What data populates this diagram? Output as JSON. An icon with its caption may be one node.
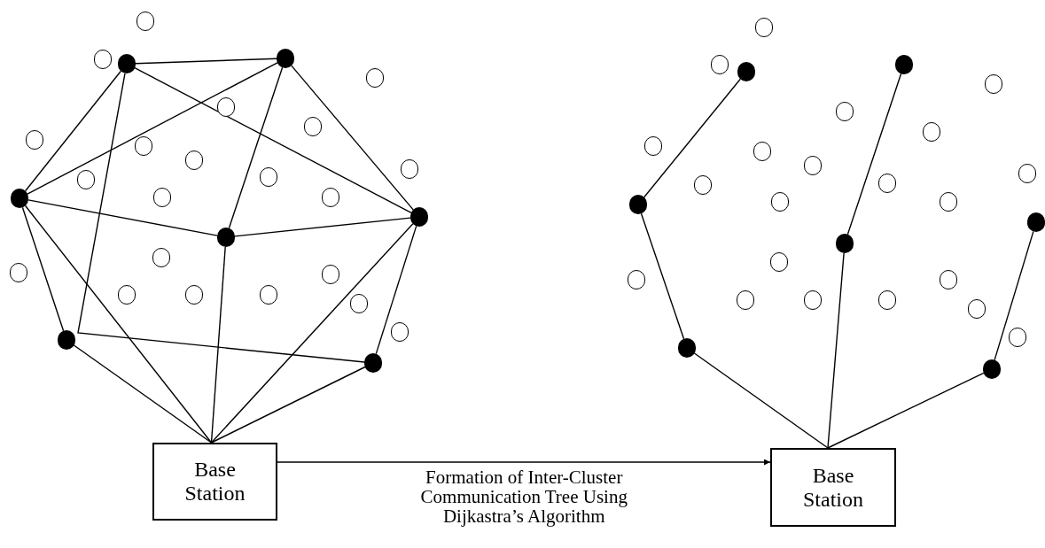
{
  "diagram": {
    "nodes": [
      {
        "text": [],
        "shape": "dot"
      },
      {
        "text": [],
        "shape": "dot"
      },
      {
        "text": [],
        "shape": "dot"
      },
      {
        "text": [],
        "shape": "dot"
      },
      {
        "text": [],
        "shape": "dot"
      },
      {
        "text": [],
        "shape": "dot"
      },
      {
        "text": [],
        "shape": "dot"
      },
      {
        "text": [
          "Base Station"
        ]
      },
      {
        "text": [],
        "shape": "circle"
      },
      {
        "text": [],
        "shape": "circle"
      },
      {
        "text": [],
        "shape": "circle"
      },
      {
        "text": [],
        "shape": "circle"
      },
      {
        "text": [],
        "shape": "circle"
      },
      {
        "text": [],
        "shape": "circle"
      },
      {
        "text": [],
        "shape": "circle"
      },
      {
        "text": [],
        "shape": "circle"
      },
      {
        "text": [],
        "shape": "circle"
      },
      {
        "text": [],
        "shape": "circle"
      },
      {
        "text": [],
        "shape": "circle"
      },
      {
        "text": [],
        "shape": "circle"
      },
      {
        "text": [],
        "shape": "circle"
      },
      {
        "text": [],
        "shape": "circle"
      },
      {
        "text": [],
        "shape": "circle"
      },
      {
        "text": [],
        "shape": "circle"
      },
      {
        "text": [],
        "shape": "circle"
      },
      {
        "text": [],
        "shape": "circle"
      },
      {
        "text": [],
        "shape": "circle"
      },
      {
        "text": [],
        "shape": "circle"
      },
      {
        "text": [],
        "shape": "circle"
      },
      {
        "text": [],
        "shape": "dot"
      },
      {
        "text": [],
        "shape": "dot"
      },
      {
        "text": [],
        "shape": "dot"
      },
      {
        "text": [],
        "shape": "dot"
      },
      {
        "text": [],
        "shape": "dot"
      },
      {
        "text": [],
        "shape": "dot"
      },
      {
        "text": [],
        "shape": "dot"
      },
      {
        "text": [
          "Base Station"
        ]
      },
      {
        "text": [],
        "shape": "circle"
      },
      {
        "text": [],
        "shape": "circle"
      },
      {
        "text": [],
        "shape": "circle"
      },
      {
        "text": [],
        "shape": "circle"
      },
      {
        "text": [],
        "shape": "circle"
      },
      {
        "text": [],
        "shape": "circle"
      },
      {
        "text": [],
        "shape": "circle"
      },
      {
        "text": [],
        "shape": "circle"
      },
      {
        "text": [],
        "shape": "circle"
      },
      {
        "text": [],
        "shape": "circle"
      },
      {
        "text": [],
        "shape": "circle"
      },
      {
        "text": [],
        "shape": "circle"
      },
      {
        "text": [],
        "shape": "circle"
      },
      {
        "text": [],
        "shape": "circle"
      },
      {
        "text": [],
        "shape": "circle"
      },
      {
        "text": [],
        "shape": "circle"
      },
      {
        "text": [],
        "shape": "circle"
      },
      {
        "text": [],
        "shape": "circle"
      },
      {
        "text": [],
        "shape": "circle"
      },
      {
        "text": [],
        "shape": "circle"
      },
      {
        "text": [],
        "shape": "circle"
      }
    ],
    "edges": [
      {
        "from": 0,
        "to": 1,
        "arrow": "none"
      },
      {
        "from": 0,
        "to": 2,
        "arrow": "none"
      },
      {
        "from": 0,
        "to": 4,
        "arrow": "none"
      },
      {
        "from": 0,
        "to": 6,
        "arrow": "none"
      },
      {
        "from": 1,
        "to": 2,
        "arrow": "none"
      },
      {
        "from": 1,
        "to": 3,
        "arrow": "none"
      },
      {
        "from": 1,
        "to": 4,
        "arrow": "none"
      },
      {
        "from": 2,
        "to": 3,
        "arrow": "none"
      },
      {
        "from": 3,
        "to": 4,
        "arrow": "none"
      },
      {
        "from": 2,
        "to": 5,
        "arrow": "none"
      },
      {
        "from": 2,
        "to": 7,
        "arrow": "none"
      },
      {
        "from": 5,
        "to": 7,
        "arrow": "none"
      },
      {
        "from": 3,
        "to": 7,
        "arrow": "none"
      },
      {
        "from": 4,
        "to": 7,
        "arrow": "none"
      },
      {
        "from": 4,
        "to": 6,
        "arrow": "none"
      },
      {
        "from": 6,
        "to": 7,
        "arrow": "none"
      },
      {
        "from": 29,
        "to": 31,
        "arrow": "none"
      },
      {
        "from": 31,
        "to": 34,
        "arrow": "none"
      },
      {
        "from": 34,
        "to": 36,
        "arrow": "none"
      },
      {
        "from": 30,
        "to": 32,
        "arrow": "none"
      },
      {
        "from": 32,
        "to": 36,
        "arrow": "none"
      },
      {
        "from": 33,
        "to": 35,
        "arrow": "none"
      },
      {
        "from": 35,
        "to": 36,
        "arrow": "none"
      },
      {
        "from": 7,
        "to": 36,
        "arrow": "to",
        "label": "Formation of Inter-Cluster Communication Tree Using Dijkastra’s Algorithm"
      }
    ]
  }
}
